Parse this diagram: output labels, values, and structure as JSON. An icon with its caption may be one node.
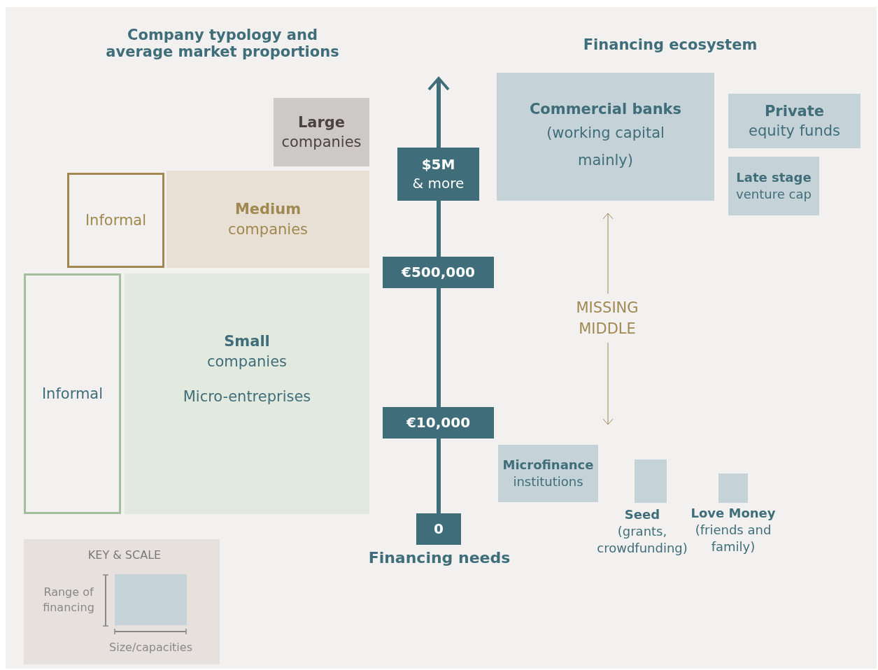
{
  "diagram": {
    "nodes": [
      {
        "text": [
          "Large",
          "companies"
        ]
      },
      {
        "text": [
          "Informal"
        ]
      },
      {
        "text": [
          "Medium",
          "companies"
        ]
      },
      {
        "text": [
          "Informal"
        ]
      },
      {
        "text": [
          "Small",
          "companies",
          "Micro-entreprises"
        ]
      },
      {
        "text": [
          "$5M",
          "& more"
        ]
      },
      {
        "text": [
          "€500,000"
        ]
      },
      {
        "text": [
          "€10,000"
        ]
      },
      {
        "text": [
          "0"
        ]
      },
      {
        "text": [
          "Commercial banks",
          "(working capital mainly)"
        ]
      },
      {
        "text": [
          "Private",
          "equity funds"
        ]
      },
      {
        "text": [
          "Late stage",
          "venture cap"
        ]
      },
      {
        "text": [
          "Microfinance",
          "institutions"
        ]
      },
      {
        "text": [
          "Seed",
          "(grants, crowdfunding)"
        ]
      },
      {
        "text": [
          "Love Money",
          "(friends and family)"
        ]
      }
    ],
    "labels": [
      "Company typology and average market proportions",
      "Financing ecosystem",
      "MISSING MIDDLE",
      "Financing needs",
      "KEY & SCALE",
      "Range of financing",
      "Size/capacities"
    ]
  }
}
